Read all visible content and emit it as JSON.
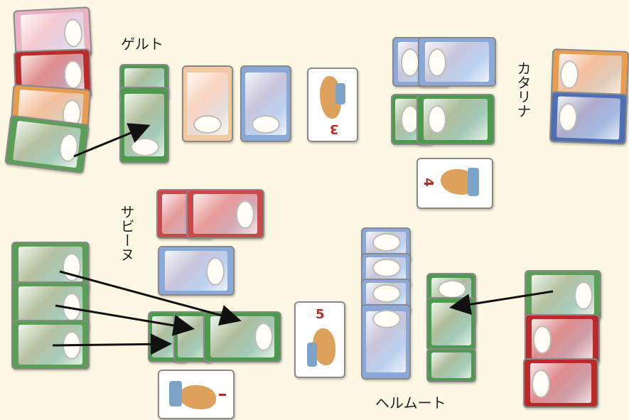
{
  "players": {
    "gerd": "ゲルト",
    "katarina": "カタリナ",
    "sabine": "サビーヌ",
    "helmut": "ヘルムート"
  },
  "camel_cards": {
    "top": "3",
    "right": "4",
    "center": "5"
  },
  "colors": {
    "background": "#fdf8e4",
    "green": "#4d9a4f",
    "red": "#b92b2b",
    "blue": "#4f6fb3",
    "orange": "#e79c4f",
    "arrow": "#111111"
  }
}
